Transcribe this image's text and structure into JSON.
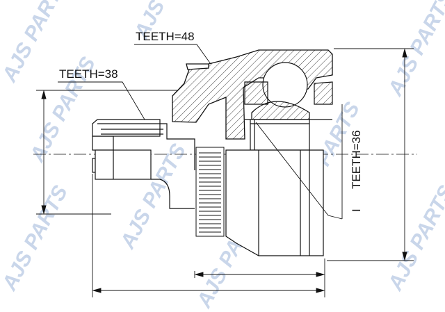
{
  "labels": {
    "teeth_outer": "TEETH=48",
    "teeth_shaft": "TEETH=38",
    "teeth_inner": "TEETH=36",
    "inner_marker": "I"
  },
  "watermark": {
    "text": "AJS PARTS",
    "color": "#c9d6ea"
  },
  "colors": {
    "line": "#111111",
    "background": "#ffffff"
  }
}
